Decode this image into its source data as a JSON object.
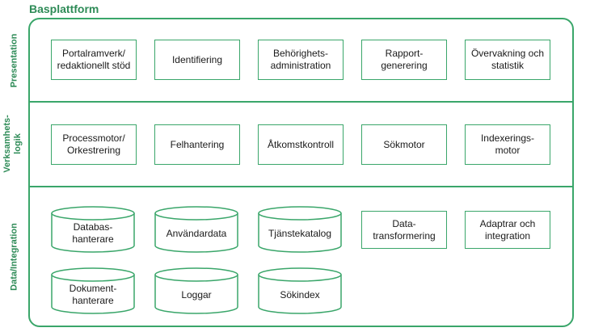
{
  "title": "Basplattform",
  "colors": {
    "accent": "#3aa66a",
    "label": "#2e8b57"
  },
  "rows": {
    "presentation": "Presentation",
    "logic": "Verksamhets-\nlogik",
    "data": "Data/Integration"
  },
  "presentation": [
    "Portalramverk/\nredaktionellt stöd",
    "Identifiering",
    "Behörighets-\nadministration",
    "Rapport-\ngenerering",
    "Övervakning och\nstatistik"
  ],
  "logic": [
    "Processmotor/\nOrkestrering",
    "Felhantering",
    "Åtkomstkontroll",
    "Sökmotor",
    "Indexerings-\nmotor"
  ],
  "data": {
    "stores_top": [
      "Databas-\nhanterare",
      "Användardata",
      "Tjänstekatalog"
    ],
    "stores_bottom": [
      "Dokument-\nhanterare",
      "Loggar",
      "Sökindex"
    ],
    "services": [
      "Data-\ntransformering",
      "Adaptrar och\nintegration"
    ]
  }
}
